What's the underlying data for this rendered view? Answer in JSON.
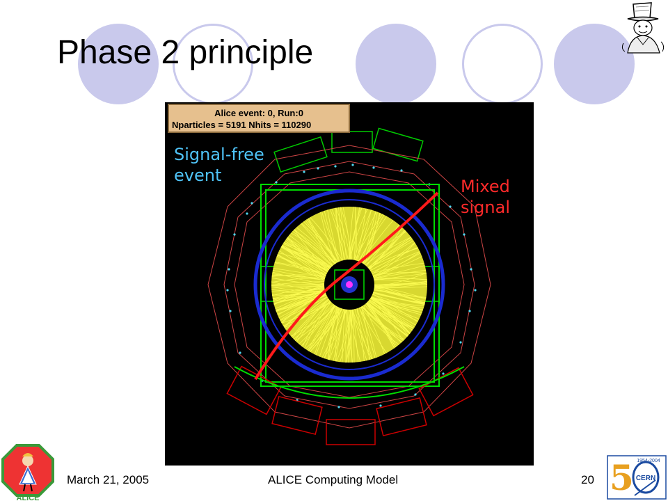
{
  "slide": {
    "title": "Phase 2 principle",
    "footer": {
      "date": "March 21, 2005",
      "center": "ALICE Computing Model",
      "page_number": "20"
    },
    "colors": {
      "decor_circle": "#c9c9ec",
      "signal_free_label": "#4fc3f7",
      "mixed_signal_label": "#ff2a2a",
      "track": "#ff1a1a",
      "hits": "#ffff33",
      "detector_frame": "#00cc00"
    }
  },
  "event_display": {
    "info_line1": "Alice event: 0, Run:0",
    "info_line2": "Nparticles = 5191  Nhits = 110290",
    "signal_free_label": "Signal-free event",
    "mixed_signal_label": "Mixed signal"
  },
  "icons": {
    "top_right": "mad-hatter-illustration",
    "bottom_left": "alice-logo",
    "bottom_right": "cern-50-logo"
  },
  "logos": {
    "alice_text": "ALICE",
    "cern_text": "CERN",
    "cern_years": "1954-2004"
  }
}
